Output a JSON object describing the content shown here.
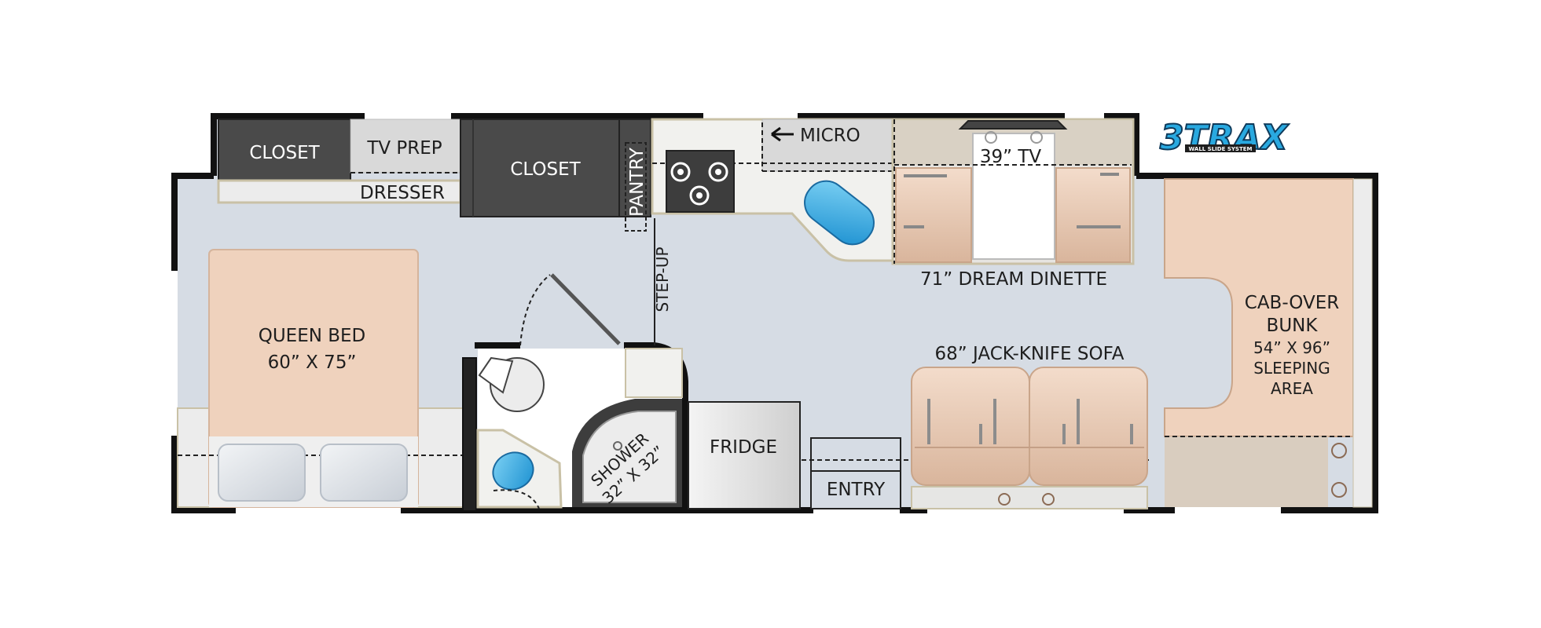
{
  "labels": {
    "closet_left": "CLOSET",
    "tv_prep": "TV PREP",
    "dresser": "DRESSER",
    "closet_center": "CLOSET",
    "pantry": "PANTRY",
    "micro": "MICRO",
    "tv": "39” TV",
    "dinette": "71” DREAM DINETTE",
    "bed_title": "QUEEN BED",
    "bed_size": "60” X 75”",
    "step_up": "STEP-UP",
    "sofa": "68” JACK-KNIFE SOFA",
    "bunk_line1": "CAB-OVER",
    "bunk_line2": "BUNK",
    "bunk_line3": "54” X 96”",
    "bunk_line4": "SLEEPING",
    "bunk_line5": "AREA",
    "shower_line1": "SHOWER",
    "shower_line2": "32” X 32”",
    "fridge": "FRIDGE",
    "entry": "ENTRY"
  },
  "logo": {
    "text": "3TRAX",
    "tagline": "WALL SLIDE SYSTEM"
  },
  "colors": {
    "floor": "#d6dce4",
    "wall": "#111111",
    "bed": "#efd2bd",
    "cabinet_dark": "#4a4a4a",
    "sink_blue": "#29a9e0"
  }
}
